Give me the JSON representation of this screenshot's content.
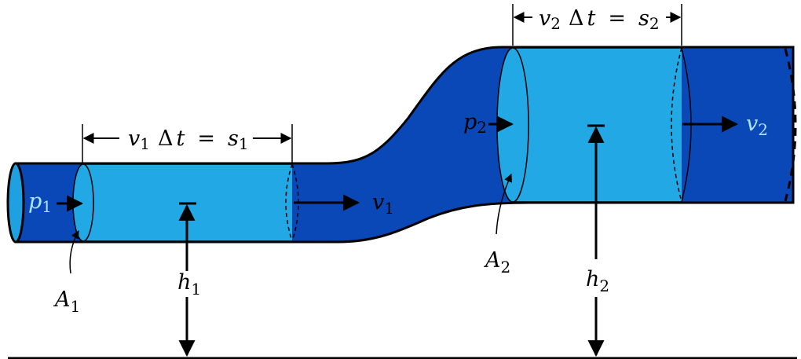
{
  "labels": {
    "p1": {
      "sym": "p",
      "sub": "1"
    },
    "p2": {
      "sym": "p",
      "sub": "2"
    },
    "v1": {
      "sym": "v",
      "sub": "1"
    },
    "v2": {
      "sym": "v",
      "sub": "2"
    },
    "A1": {
      "sym": "A",
      "sub": "1"
    },
    "A2": {
      "sym": "A",
      "sub": "2"
    },
    "h1": {
      "sym": "h",
      "sub": "1"
    },
    "h2": {
      "sym": "h",
      "sub": "2"
    },
    "s1": {
      "v": "v",
      "vsub": "1",
      "delta": "Δ",
      "t": "t",
      "eq": "=",
      "s": "s",
      "ssub": "1"
    },
    "s2": {
      "v": "v",
      "vsub": "2",
      "delta": "Δ",
      "t": "t",
      "eq": "=",
      "s": "s",
      "ssub": "2"
    }
  },
  "colors": {
    "pipe": "#0a48b8",
    "fluid": "#22a8e4",
    "end_cap": "#1fa0e0",
    "label_light": "#aee4ff",
    "outline": "#000000"
  }
}
